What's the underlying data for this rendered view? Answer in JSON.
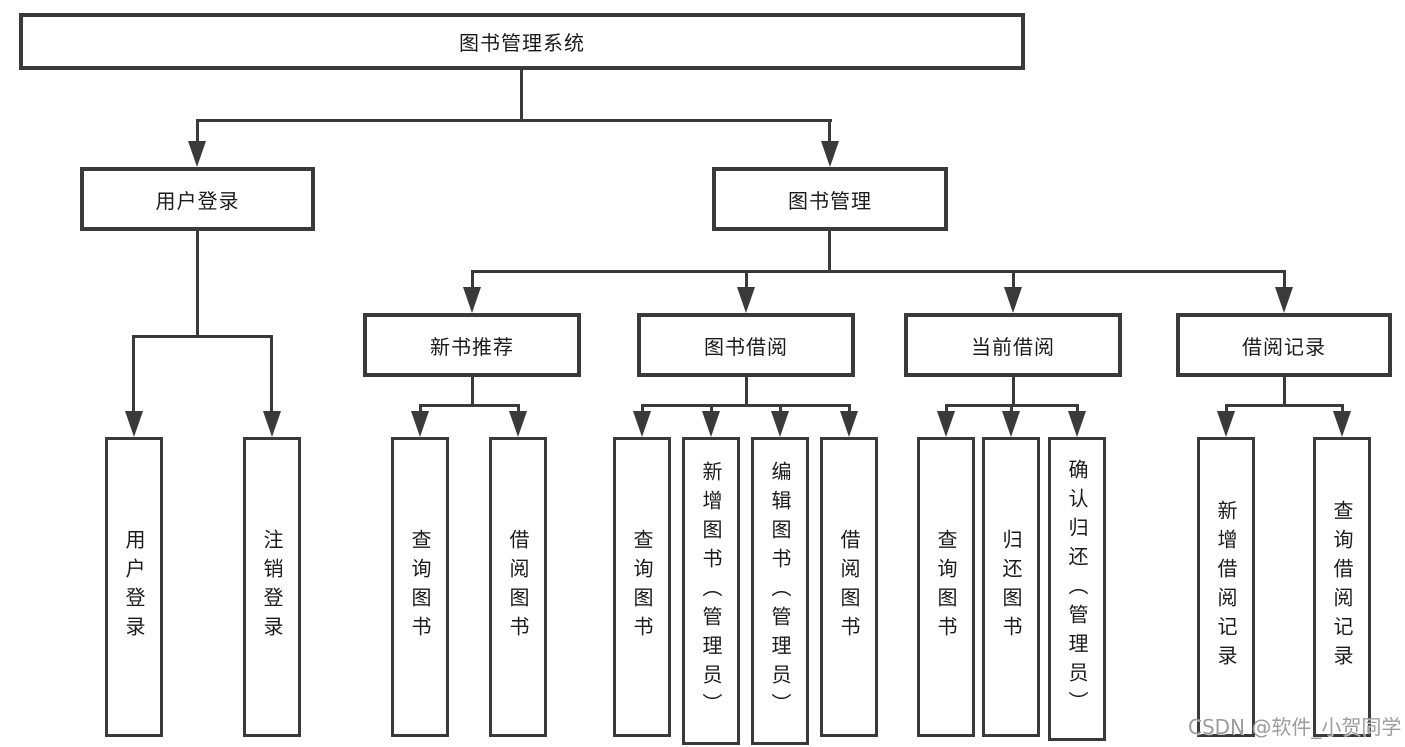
{
  "title": "图书管理系统",
  "nodes": {
    "root": "图书管理系统",
    "user_login": "用户登录",
    "book_mgmt": "图书管理",
    "new_books": "新书推荐",
    "book_borrow": "图书借阅",
    "current_borrow": "当前借阅",
    "borrow_records": "借阅记录",
    "leaves": {
      "user": [
        "用户登录",
        "注销登录"
      ],
      "new_books": [
        "查询图书",
        "借阅图书"
      ],
      "borrow": [
        "查询图书",
        "新增图书（管理员）",
        "编辑图书（管理员）",
        "借阅图书"
      ],
      "current": [
        "查询图书",
        "归还图书",
        "确认归还（管理员）"
      ],
      "records": [
        "新增借阅记录",
        "查询借阅记录"
      ]
    }
  },
  "watermark": "CSDN @软件_小贺同学",
  "colors": {
    "line": "#3a3a3a",
    "text": "#1b1b1b",
    "box_background": "#ffffff",
    "watermark": "#949494",
    "background": "#ffffff"
  }
}
